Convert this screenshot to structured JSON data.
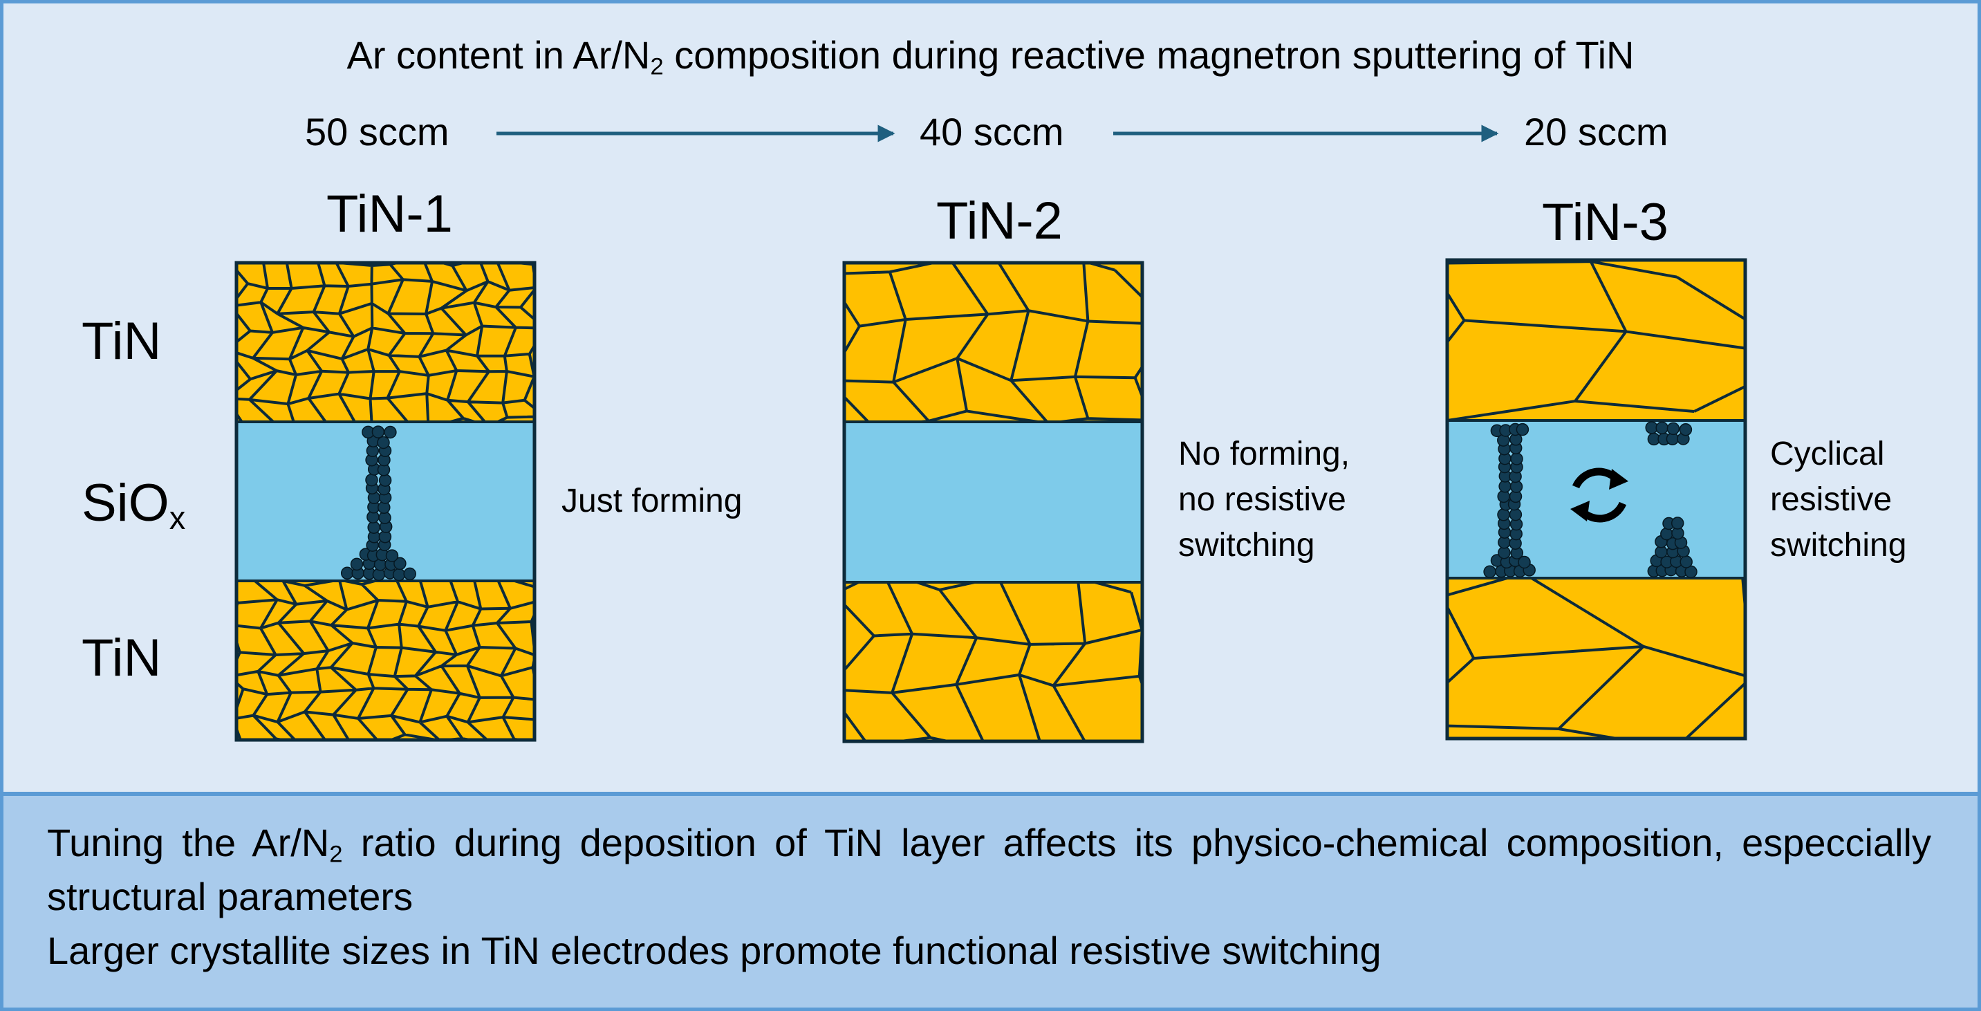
{
  "header": {
    "title_pre": "Ar content in Ar/N",
    "title_sub": "2",
    "title_post": " composition during reactive magnetron sputtering of TiN"
  },
  "flow": {
    "steps": [
      "50 sccm",
      "40 sccm",
      "20 sccm"
    ]
  },
  "samples": [
    {
      "name": "TiN-1",
      "note": "Just forming"
    },
    {
      "name": "TiN-2",
      "note": "No forming, no resistive switching"
    },
    {
      "name": "TiN-3",
      "note": "Cyclical resistive switching"
    }
  ],
  "layers": {
    "top": "TiN",
    "middle_main": "SiO",
    "middle_sub": "x",
    "bottom": "TiN"
  },
  "summary": {
    "line1_pre": "Tuning the Ar/N",
    "line1_sub": "2",
    "line1_post": " ratio during deposition of TiN layer affects its physico-chemical composition, especcially structural parameters",
    "line2": "Larger crystallite sizes in TiN electrodes promote functional resistive switching"
  },
  "colors": {
    "grain_fill": "#ffc000",
    "grain_boundary": "#0d2b3b",
    "oxide": "#7ecbea",
    "filament": "#123b52",
    "arrow": "#1f5f7f",
    "top_panel": "#dde9f6",
    "bottom_panel": "#a9cbec",
    "frame": "#5b9bd5"
  },
  "icons": {
    "switch": "cycle-arrows-icon"
  }
}
